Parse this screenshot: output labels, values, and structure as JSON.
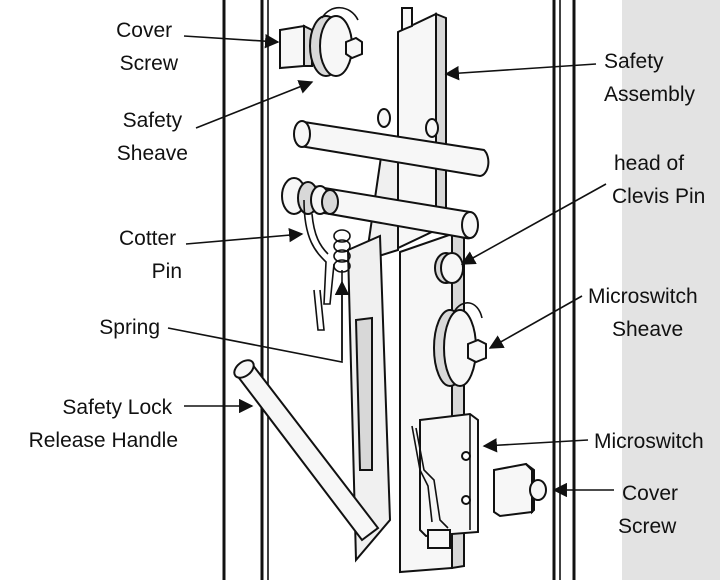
{
  "labels": {
    "cover_screw_top": [
      "Cover",
      "Screw"
    ],
    "safety_sheave": [
      "Safety",
      "Sheave"
    ],
    "cotter_pin": [
      "Cotter",
      "Pin"
    ],
    "spring": "Spring",
    "safety_lock_release_handle": [
      "Safety Lock",
      "Release Handle"
    ],
    "safety_assembly": [
      "Safety",
      "Assembly"
    ],
    "head_of_clevis_pin": [
      "head of",
      "Clevis Pin"
    ],
    "microswitch_sheave": [
      "Microswitch",
      "Sheave"
    ],
    "microswitch": "Microswitch",
    "cover_screw_bottom": [
      "Cover",
      "Screw"
    ]
  },
  "colors": {
    "line": "#111111",
    "background": "#ffffff",
    "shaded_panel": "#e3e3e3",
    "part_light": "#f7f7f7",
    "part_shade": "#d8d8d8"
  }
}
